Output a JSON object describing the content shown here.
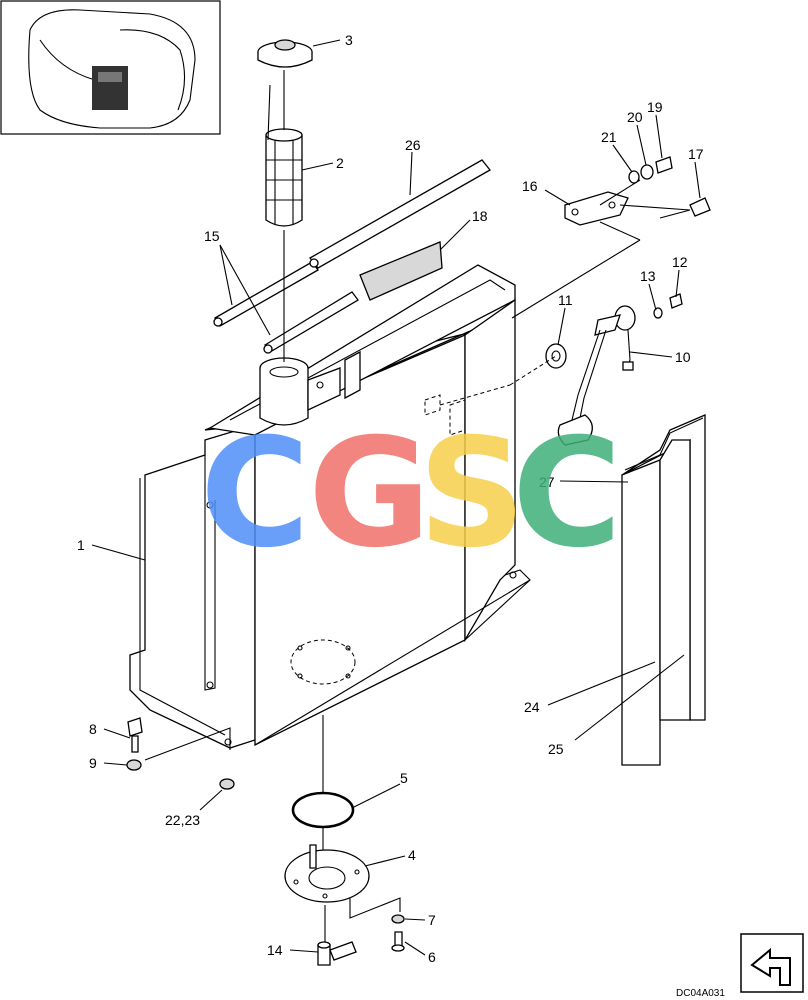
{
  "diagram": {
    "parts": {
      "p1": "1",
      "p2": "2",
      "p3": "3",
      "p4": "4",
      "p5": "5",
      "p6": "6",
      "p7": "7",
      "p8": "8",
      "p9": "9",
      "p10": "10",
      "p11": "11",
      "p12": "12",
      "p13": "13",
      "p14": "14",
      "p15": "15",
      "p16": "16",
      "p17": "17",
      "p18": "18",
      "p19": "19",
      "p20": "20",
      "p21": "21",
      "p22_23": "22,23",
      "p24": "24",
      "p25": "25",
      "p26": "26",
      "p27": "27"
    },
    "drawing_code": "DC04A031",
    "watermark": {
      "letters": [
        "C",
        "G",
        "S",
        "C"
      ],
      "colors": [
        "#4f8ff7",
        "#f0706a",
        "#f7cf4b",
        "#3fb07a"
      ]
    }
  }
}
